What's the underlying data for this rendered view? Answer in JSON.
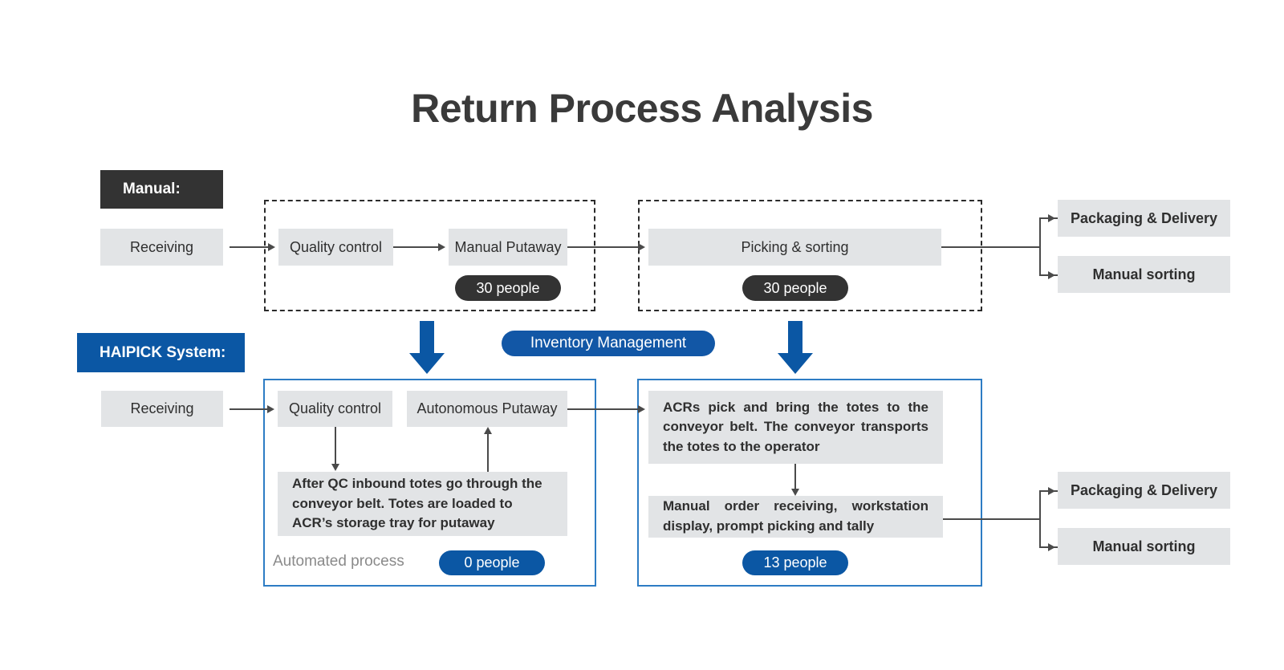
{
  "title": "Return Process Analysis",
  "colors": {
    "brand_blue": "#0B57A4",
    "box_gray": "#e2e4e6",
    "dark": "#333333",
    "blue_border": "#2D7CC4"
  },
  "manual_row": {
    "tag": "Manual:",
    "receiving": "Receiving",
    "quality_control": "Quality control",
    "manual_putaway": "Manual Putaway",
    "putaway_people": "30 people",
    "picking_sorting": "Picking & sorting",
    "picking_people": "30 people",
    "outputs": [
      "Packaging & Delivery",
      "Manual sorting"
    ]
  },
  "middle": {
    "inventory_management": "Inventory Management"
  },
  "haipick_row": {
    "tag": "HAIPICK System:",
    "receiving": "Receiving",
    "quality_control": "Quality control",
    "autonomous_putaway": "Autonomous Putaway",
    "qc_note": "After QC inbound totes go through the conveyor belt. Totes are loaded to ACR’s storage tray for putaway",
    "automated_process_label": "Automated process",
    "left_people": "0 people",
    "acr_note": "ACRs pick and bring the totes to the conveyor belt. The conveyor transports the totes to the operator",
    "manual_order_note": "Manual order receiving, workstation display, prompt picking and tally",
    "right_people": "13 people",
    "outputs": [
      "Packaging & Delivery",
      "Manual sorting"
    ]
  }
}
